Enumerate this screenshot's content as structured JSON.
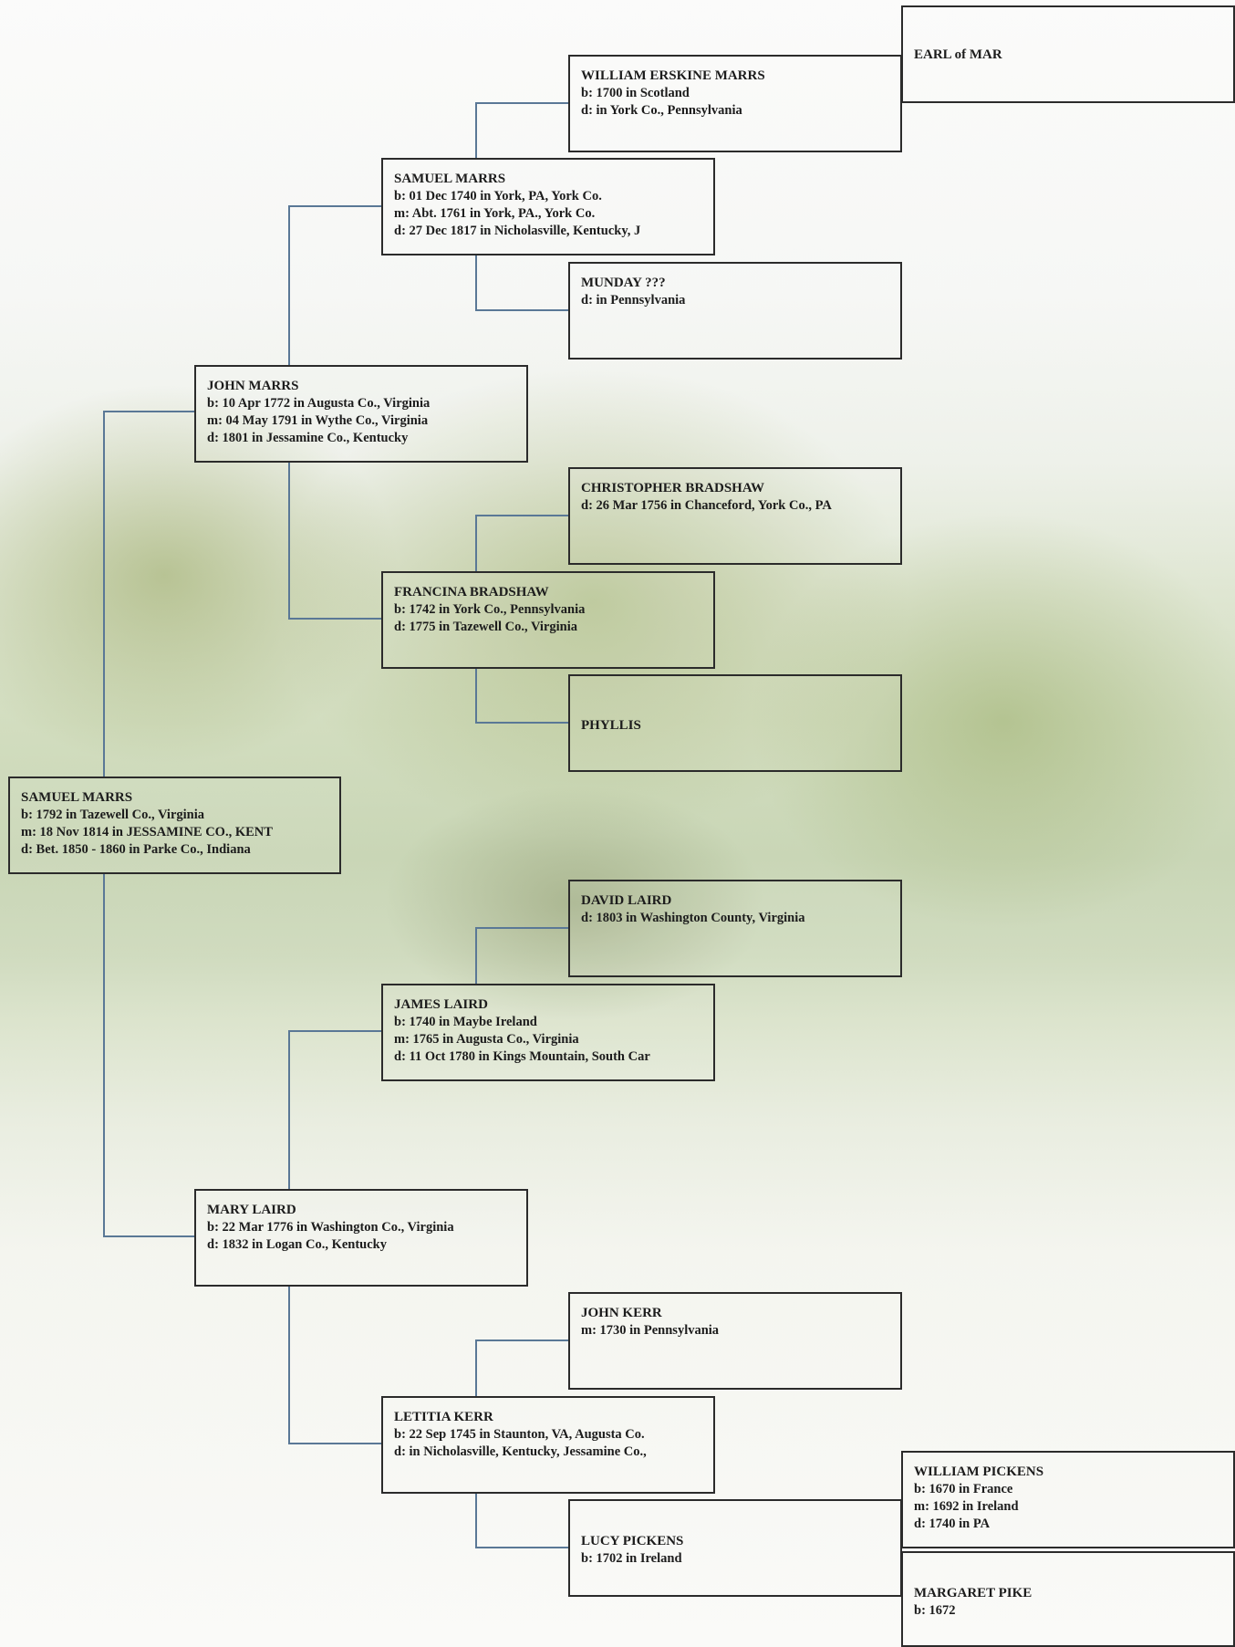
{
  "people": {
    "p1": {
      "name": "SAMUEL MARRS",
      "lines": [
        "b: 1792 in Tazewell Co., Virginia",
        "m: 18 Nov 1814 in JESSAMINE CO., KENT",
        "d: Bet. 1850 - 1860 in Parke Co., Indiana"
      ]
    },
    "p2": {
      "name": "JOHN MARRS",
      "lines": [
        "b: 10 Apr 1772 in Augusta Co., Virginia",
        "m: 04 May 1791 in Wythe Co., Virginia",
        "d: 1801 in Jessamine Co., Kentucky"
      ]
    },
    "p3": {
      "name": "MARY LAIRD",
      "lines": [
        "b: 22 Mar 1776 in Washington Co., Virginia",
        "d: 1832 in Logan Co., Kentucky"
      ]
    },
    "p4": {
      "name": "SAMUEL MARRS",
      "lines": [
        "b: 01 Dec 1740 in York, PA,  York Co.",
        "m: Abt. 1761 in York, PA., York Co.",
        "d: 27 Dec 1817 in Nicholasville, Kentucky,  J"
      ]
    },
    "p5": {
      "name": "FRANCINA BRADSHAW",
      "lines": [
        "b: 1742 in York Co., Pennsylvania",
        "d: 1775 in Tazewell Co., Virginia"
      ]
    },
    "p6": {
      "name": "JAMES LAIRD",
      "lines": [
        "b: 1740 in Maybe Ireland",
        "m: 1765 in Augusta Co., Virginia",
        "d: 11 Oct 1780 in Kings Mountain, South Car"
      ]
    },
    "p7": {
      "name": "LETITIA KERR",
      "lines": [
        "b: 22 Sep 1745 in Staunton, VA,  Augusta Co.",
        "d: in Nicholasville, Kentucky,  Jessamine Co.,"
      ]
    },
    "p8": {
      "name": "WILLIAM ERSKINE MARRS",
      "lines": [
        "b: 1700 in Scotland",
        "d: in York Co., Pennsylvania"
      ]
    },
    "p9": {
      "name": "MUNDAY ???",
      "lines": [
        "d: in Pennsylvania"
      ]
    },
    "p10": {
      "name": "CHRISTOPHER BRADSHAW",
      "lines": [
        "d: 26 Mar 1756 in Chanceford, York Co., PA"
      ]
    },
    "p11": {
      "name": "PHYLLIS",
      "lines": []
    },
    "p12": {
      "name": "DAVID LAIRD",
      "lines": [
        "d: 1803 in Washington County, Virginia"
      ]
    },
    "p13": {
      "name": "JOHN KERR",
      "lines": [
        "m: 1730 in Pennsylvania"
      ]
    },
    "p15": {
      "name": "LUCY PICKENS",
      "lines": [
        "b: 1702 in Ireland"
      ]
    },
    "p16": {
      "name": "EARL of MAR",
      "lines": []
    },
    "p30": {
      "name": "WILLIAM PICKENS",
      "lines": [
        "b: 1670 in France",
        "m: 1692 in Ireland",
        "d: 1740 in PA"
      ]
    },
    "p31": {
      "name": "MARGARET PIKE",
      "lines": [
        "b: 1672"
      ]
    }
  },
  "colors": {
    "connector": "#5a7896",
    "border": "#2b2b2b",
    "text": "#1c1c1c"
  }
}
